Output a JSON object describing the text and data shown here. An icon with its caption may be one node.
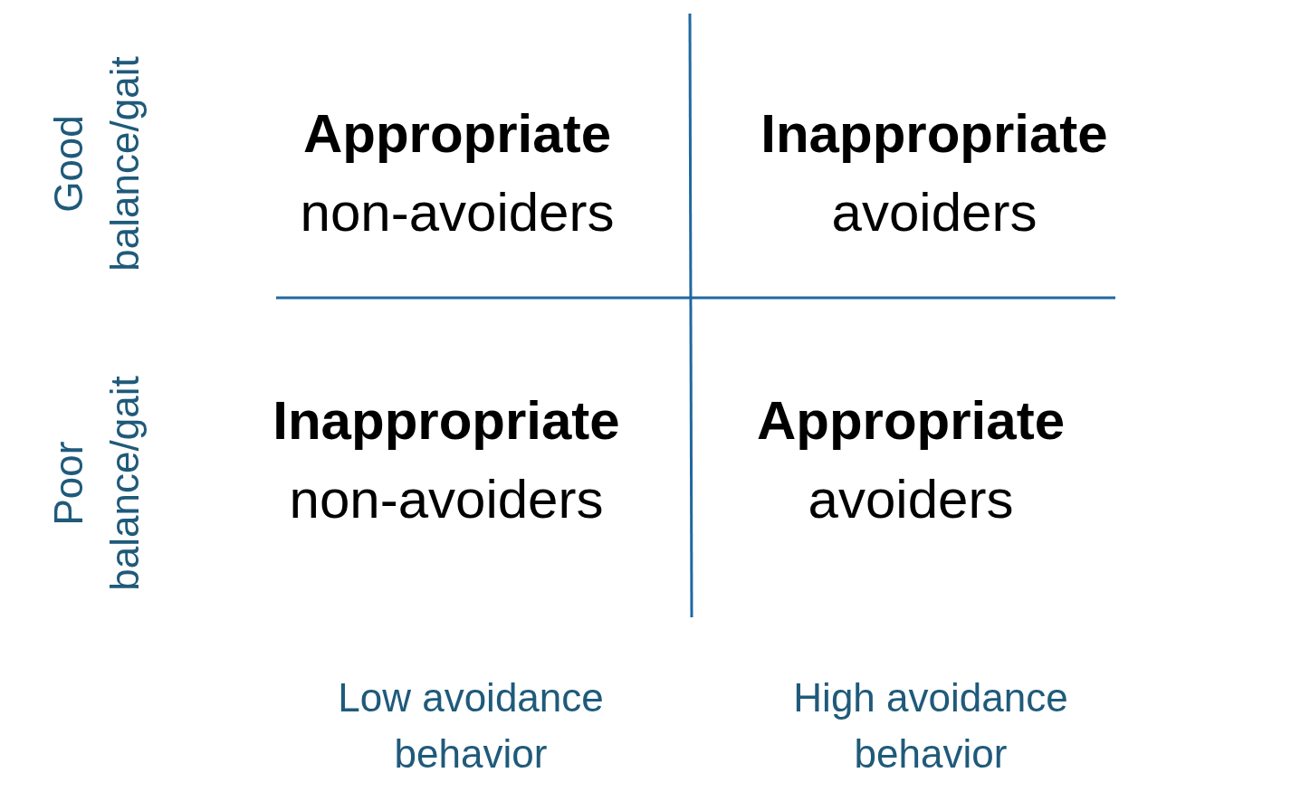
{
  "diagram": {
    "nodes": [
      {
        "text": [
          "Appropriate",
          "non-avoiders"
        ]
      },
      {
        "text": [
          "Inappropriate",
          "avoiders"
        ]
      },
      {
        "text": [
          "Inappropriate",
          "non-avoiders"
        ]
      },
      {
        "text": [
          "Appropriate",
          "avoiders"
        ]
      }
    ],
    "edges": [],
    "labels": [
      "Good balance/gait",
      "Poor balance/gait",
      "Low avoidance behavior",
      "High avoidance behavior"
    ]
  }
}
